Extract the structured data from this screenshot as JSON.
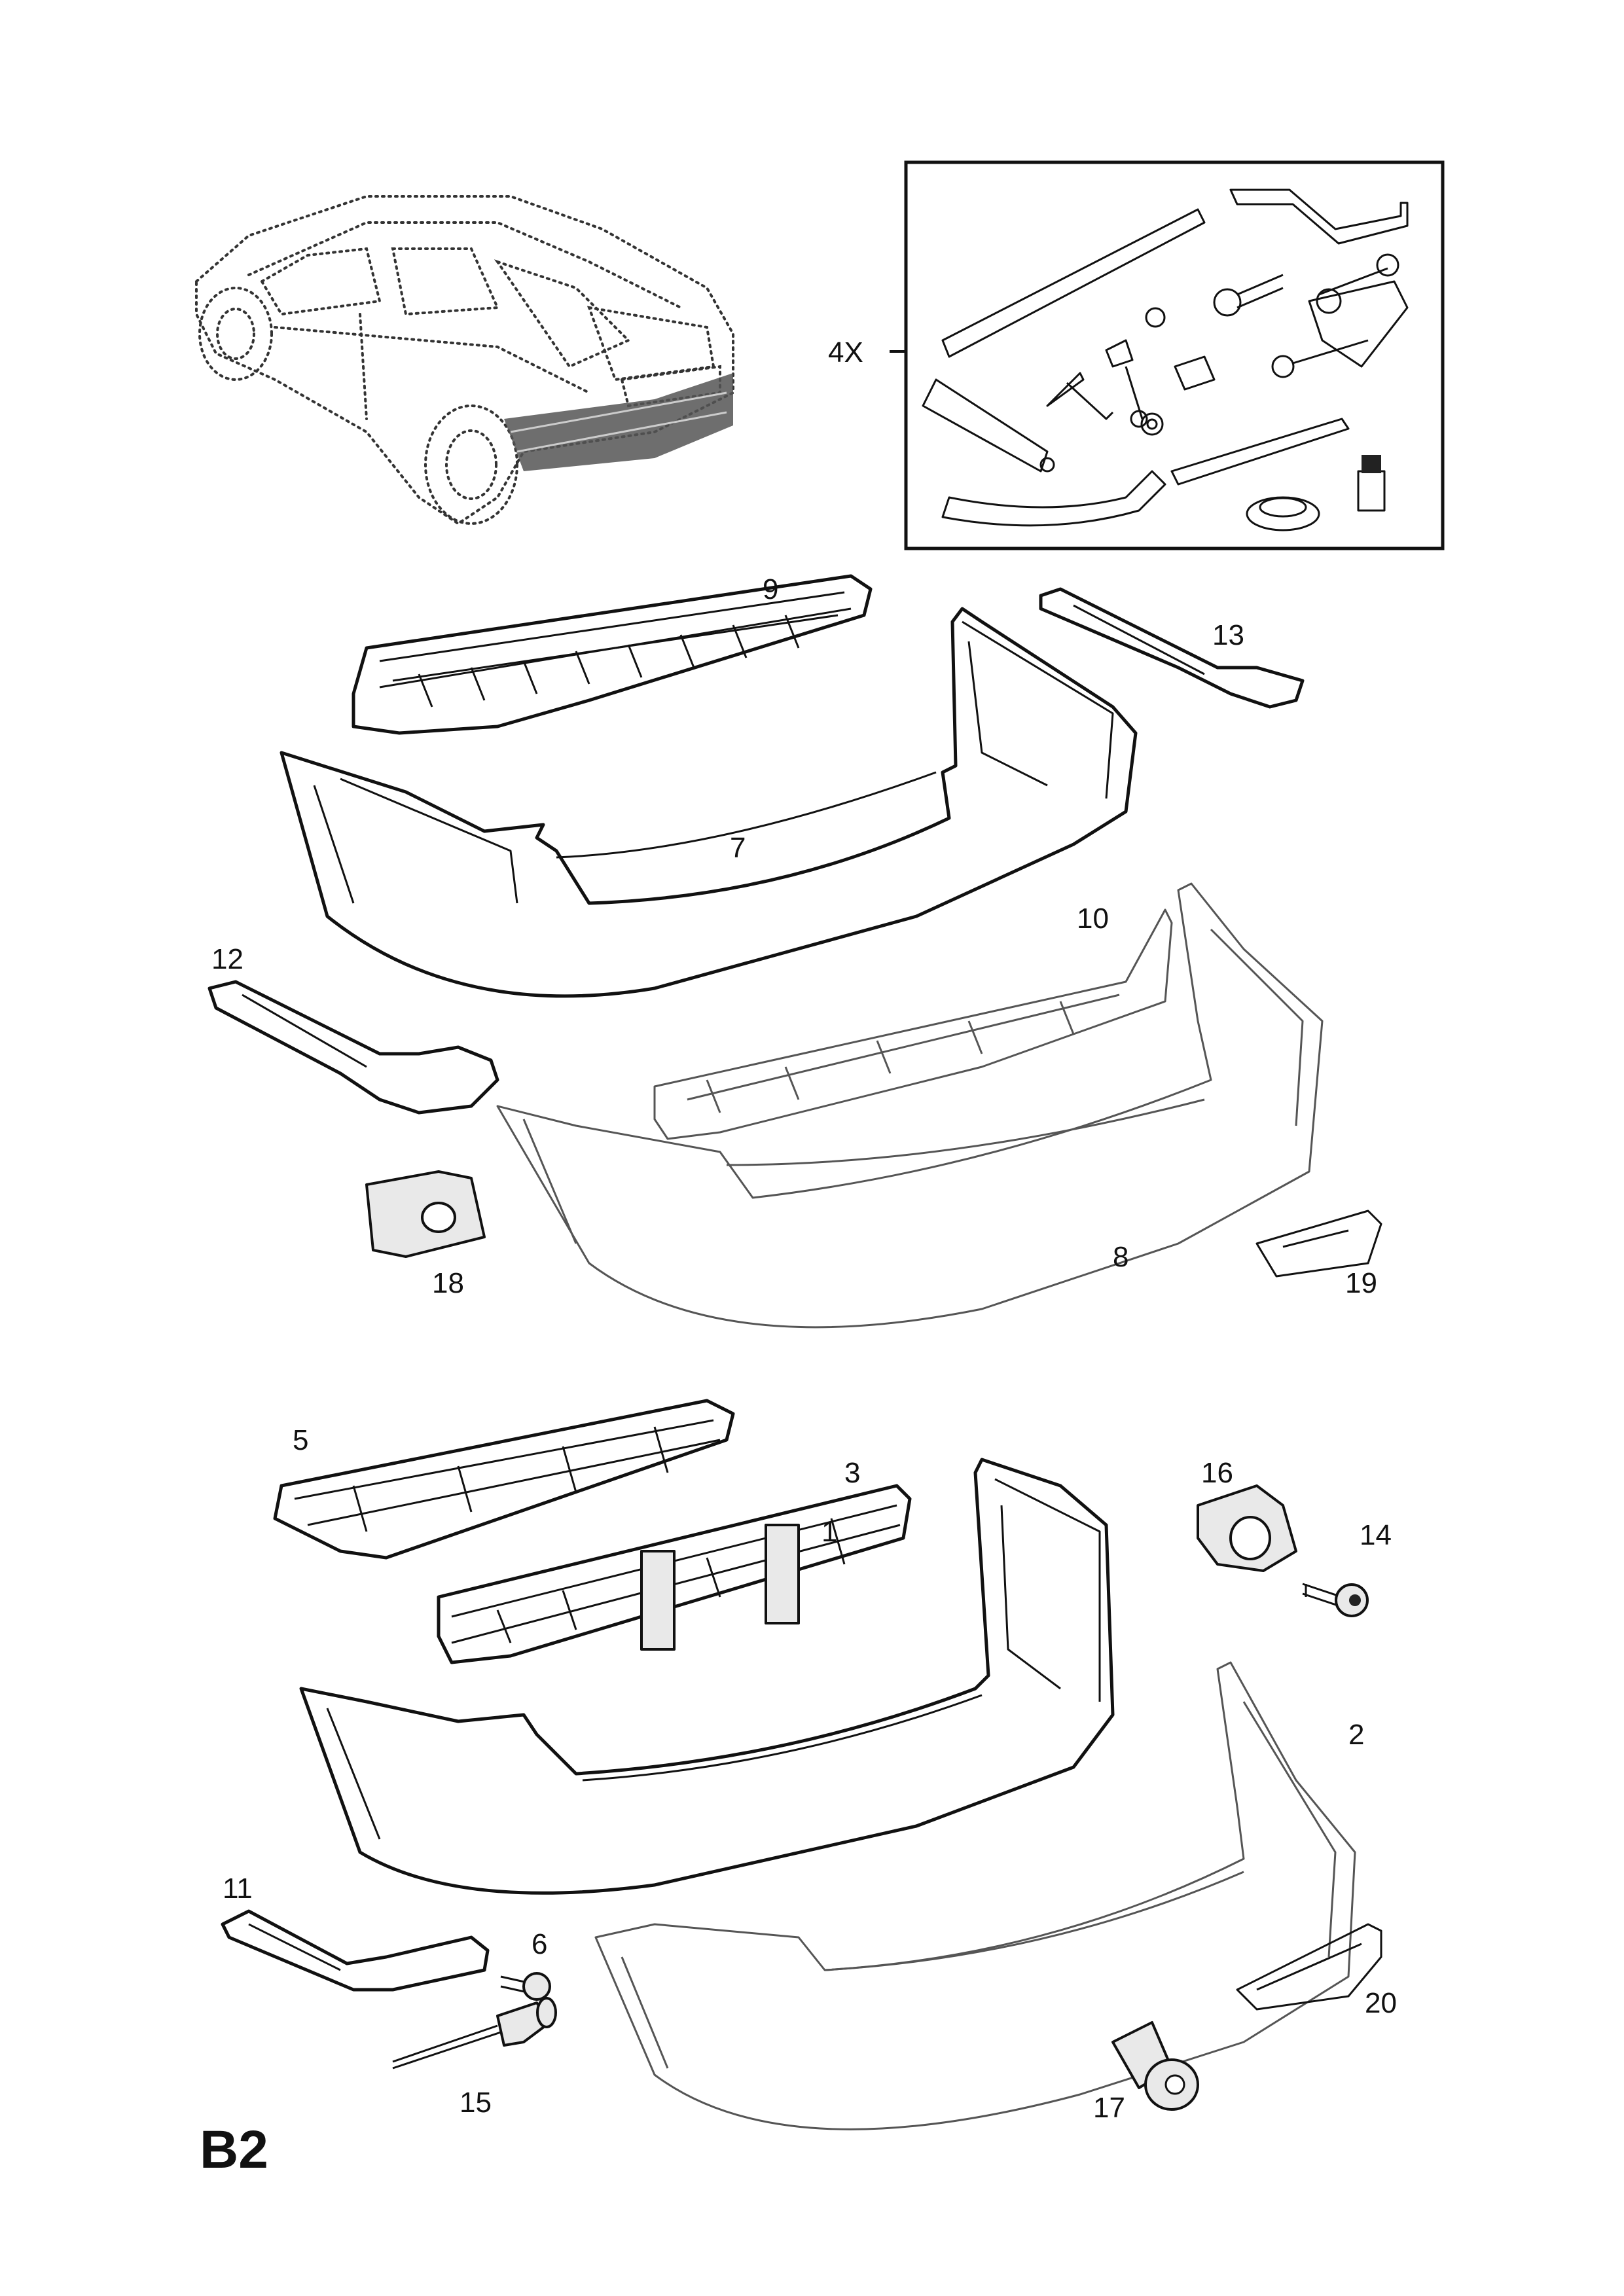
{
  "diagram": {
    "page_code": "B2",
    "kit_label": "4X",
    "parts": [
      {
        "id": "p1",
        "label": "1"
      },
      {
        "id": "p2",
        "label": "2"
      },
      {
        "id": "p3",
        "label": "3"
      },
      {
        "id": "p5",
        "label": "5"
      },
      {
        "id": "p6",
        "label": "6"
      },
      {
        "id": "p7",
        "label": "7"
      },
      {
        "id": "p8",
        "label": "8"
      },
      {
        "id": "p9",
        "label": "9"
      },
      {
        "id": "p10",
        "label": "10"
      },
      {
        "id": "p11",
        "label": "11"
      },
      {
        "id": "p12",
        "label": "12"
      },
      {
        "id": "p13",
        "label": "13"
      },
      {
        "id": "p14",
        "label": "14"
      },
      {
        "id": "p15",
        "label": "15"
      },
      {
        "id": "p16",
        "label": "16"
      },
      {
        "id": "p17",
        "label": "17"
      },
      {
        "id": "p18",
        "label": "18"
      },
      {
        "id": "p19",
        "label": "19"
      },
      {
        "id": "p20",
        "label": "20"
      }
    ]
  }
}
